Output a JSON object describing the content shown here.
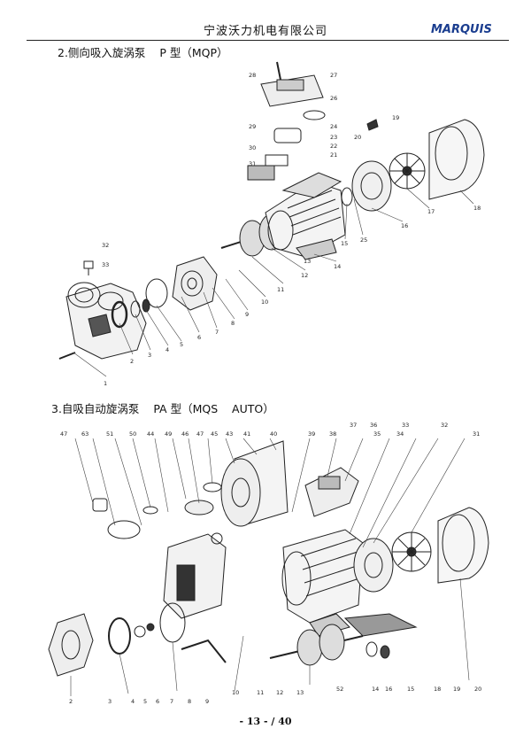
{
  "header": {
    "company": "宁波沃力机电有限公司",
    "brand_logo": "MARQUIS"
  },
  "sections": [
    {
      "title": "2.侧向吸入旋涡泵    P 型（MQP）"
    },
    {
      "title": "3.自吸自动旋涡泵    PA 型（MQS    AUTO）"
    }
  ],
  "page_number": "- 13 - / 40",
  "diagram_mqp_callouts": [
    "1",
    "2",
    "3",
    "4",
    "5",
    "6",
    "7",
    "8",
    "9",
    "10",
    "11",
    "12",
    "13",
    "14",
    "15",
    "16",
    "17",
    "18",
    "19",
    "20",
    "21",
    "22",
    "23",
    "24",
    "25",
    "26",
    "27",
    "28",
    "29",
    "30",
    "31",
    "32",
    "33"
  ],
  "diagram_mqs_callouts_top": [
    "47",
    "63",
    "51",
    "50",
    "44",
    "49",
    "46",
    "47",
    "45",
    "43",
    "41",
    "40",
    "39",
    "38",
    "37",
    "36",
    "35",
    "34",
    "33",
    "32",
    "31"
  ],
  "diagram_mqs_callouts_bottom": [
    "2",
    "3",
    "4",
    "5",
    "6",
    "7",
    "8",
    "9",
    "10",
    "11",
    "12",
    "13",
    "52",
    "14",
    "15",
    "16",
    "18",
    "19",
    "20"
  ],
  "colors": {
    "ink": "#111111",
    "brand": "#1a3d8f"
  }
}
